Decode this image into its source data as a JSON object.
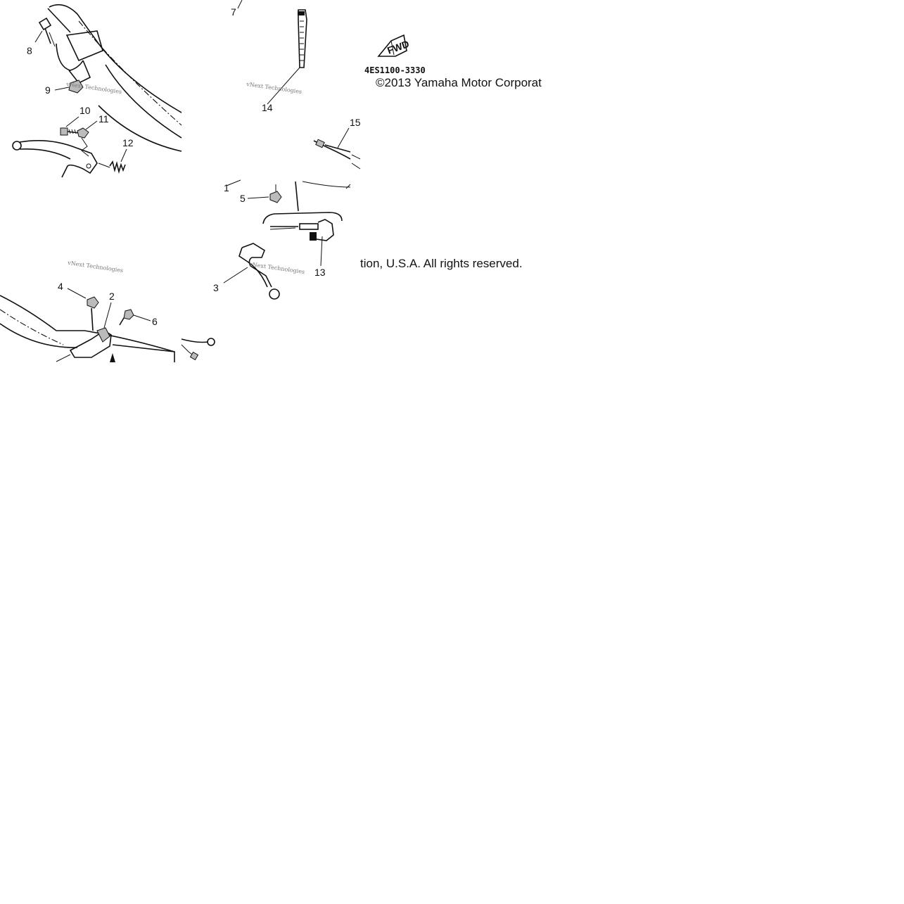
{
  "callouts": {
    "c1": "1",
    "c2": "2",
    "c3": "3",
    "c4": "4",
    "c5": "5",
    "c6": "6",
    "c7": "7",
    "c8": "8",
    "c9": "9",
    "c10": "10",
    "c11": "11",
    "c12": "12",
    "c13": "13",
    "c14": "14",
    "c15": "15"
  },
  "fwd_label": "FWD",
  "part_number": "4ES1100-3330",
  "copyright_line1": "©2013 Yamaha Motor Corporat",
  "copyright_line2": "tion, U.S.A. All rights reserved.",
  "watermark": "vNext Technologies",
  "colors": {
    "ink": "#111111",
    "background": "#ffffff",
    "watermark": "#777777"
  }
}
